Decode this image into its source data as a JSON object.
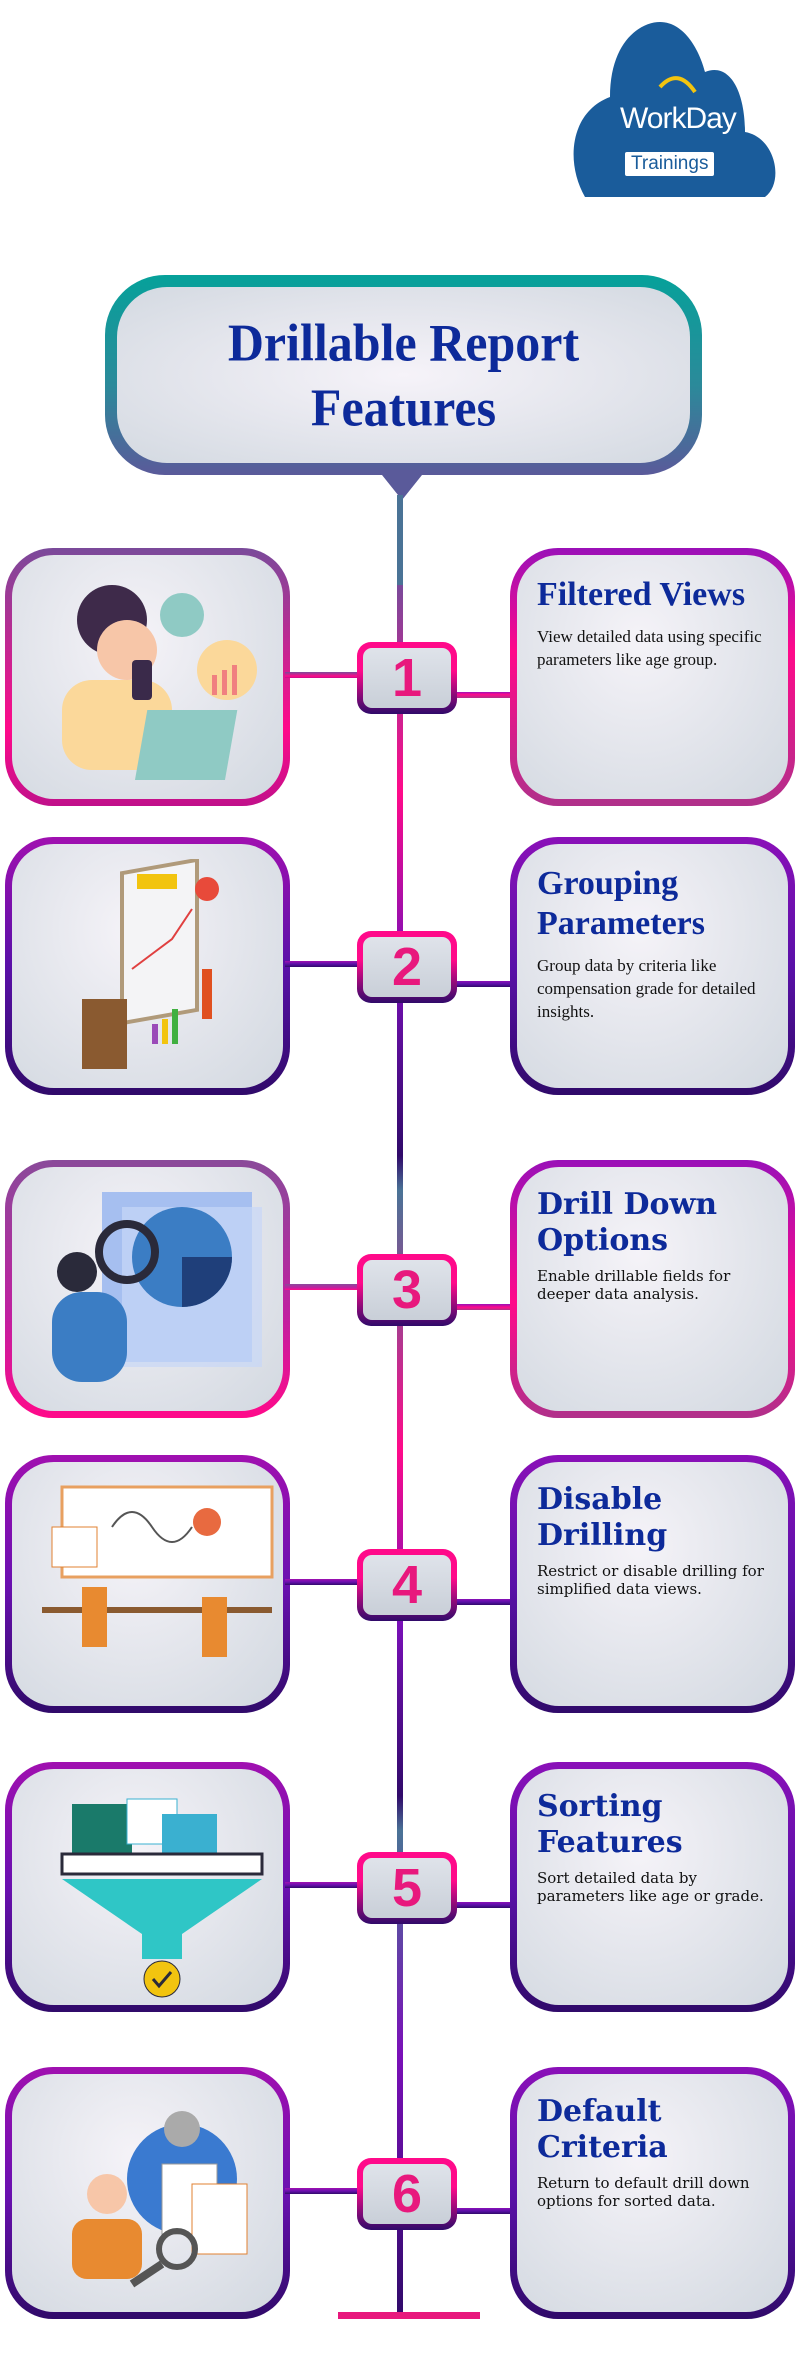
{
  "logo": {
    "name": "WorkDay",
    "tag": "Trainings"
  },
  "title": {
    "line1": "Drillable Report",
    "line2": "Features"
  },
  "colors": {
    "title": "#0d2a9a",
    "number": "#e8187d",
    "pink": "#ff0a8a",
    "purple": "#7a10b8",
    "dark": "#300a6a",
    "teal": "#06a19a"
  },
  "features": [
    {
      "number": "1",
      "title": "Filtered Views",
      "description": "View detailed data using specific parameters like age group.",
      "illustration": "person-phone-laptop"
    },
    {
      "number": "2",
      "title": "Grouping Parameters",
      "description": "Group data by criteria like compensation grade for detailed insights.",
      "illustration": "clipboard-chart"
    },
    {
      "number": "3",
      "title": "Drill Down Options",
      "description": "Enable drillable fields for deeper data analysis.",
      "illustration": "magnifier-pie-chart"
    },
    {
      "number": "4",
      "title": "Disable Drilling",
      "description": "Restrict or disable drilling for simplified data views.",
      "illustration": "team-dashboard"
    },
    {
      "number": "5",
      "title": "Sorting Features",
      "description": "Sort detailed data by parameters like age or grade.",
      "illustration": "funnel-filter"
    },
    {
      "number": "6",
      "title": "Default Criteria",
      "description": "Return to default drill down options for sorted data.",
      "illustration": "person-documents-gear"
    }
  ]
}
